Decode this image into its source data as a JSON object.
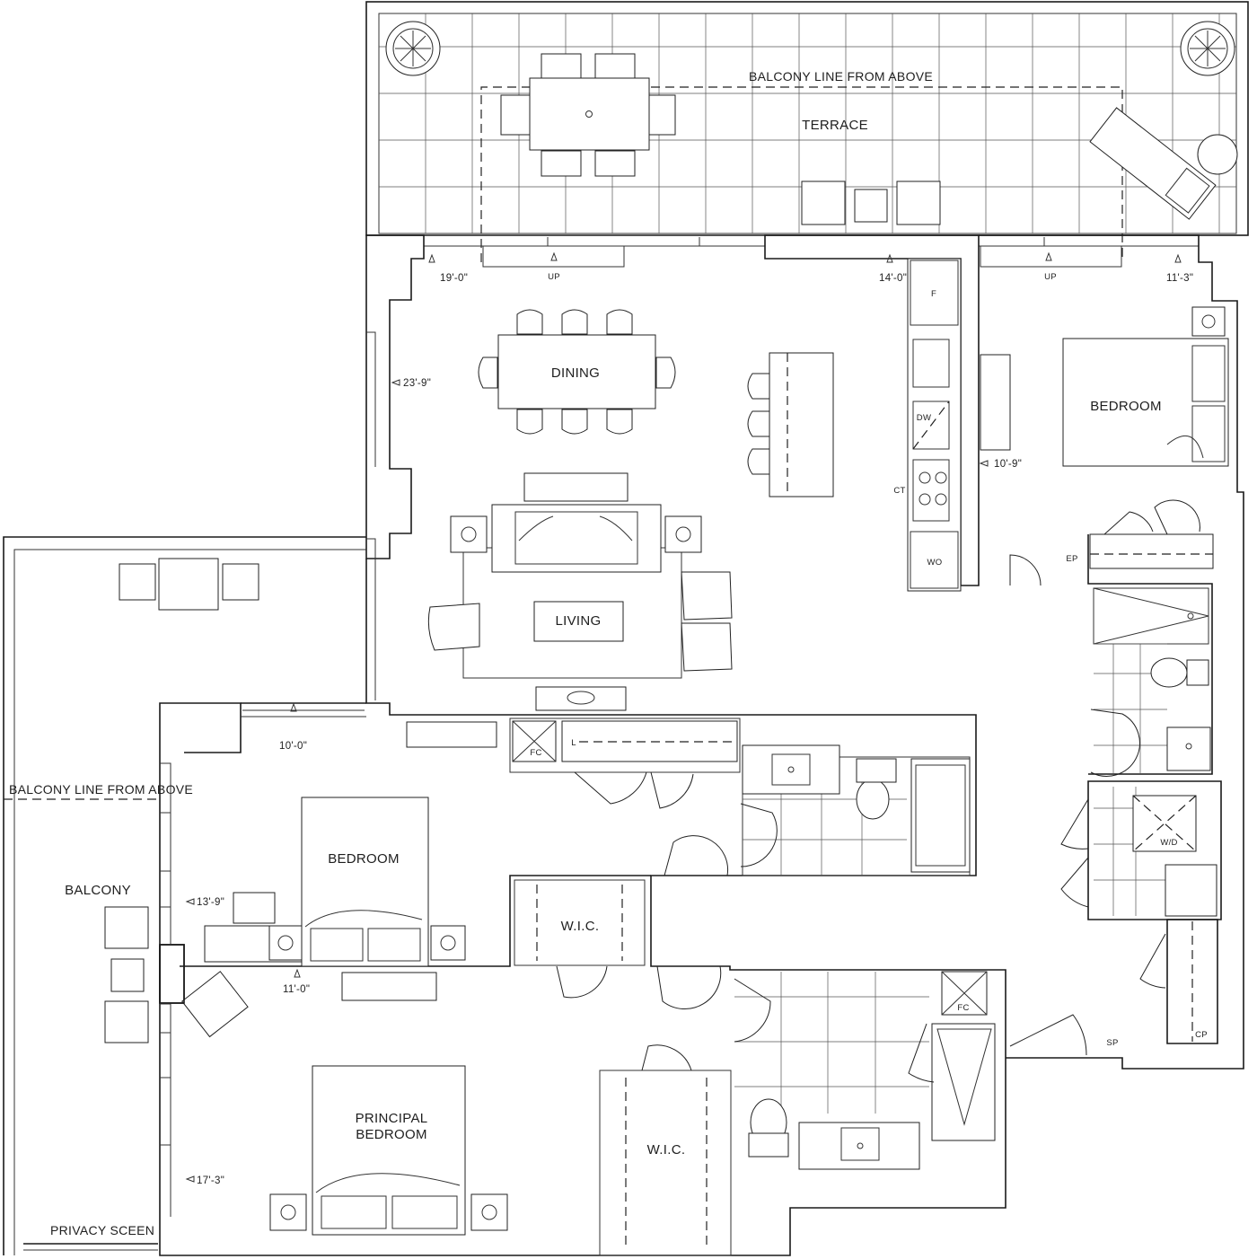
{
  "rooms": {
    "terrace": "TERRACE",
    "dining": "DINING",
    "living": "LIVING",
    "bedroom_east": "BEDROOM",
    "bedroom_west": "BEDROOM",
    "balcony": "BALCONY",
    "wic_1": "W.I.C.",
    "wic_2": "W.I.C.",
    "principal_line1": "PRINCIPAL",
    "principal_line2": "BEDROOM"
  },
  "notes": {
    "balcony_line_top": "BALCONY LINE FROM ABOVE",
    "balcony_line_left": "BALCONY LINE FROM ABOVE",
    "privacy_screen": "PRIVACY SCEEN",
    "up_1": "UP",
    "up_2": "UP"
  },
  "dimensions": {
    "terrace_1": "19'-0\"",
    "terrace_2": "14'-0\"",
    "terrace_3": "11'-3\"",
    "dining_depth": "23'-9\"",
    "bedroom_east": "10'-9\"",
    "bedroom_west_width": "10'-0\"",
    "bedroom_west_depth": "13'-9\"",
    "principal_width": "11'-0\"",
    "principal_depth": "17'-3\""
  },
  "appliances": {
    "fridge": "F",
    "dishwasher": "DW",
    "cooktop": "CT",
    "wall_oven": "WO",
    "electrical_panel": "EP",
    "fan_coil_1": "FC",
    "fan_coil_2": "FC",
    "linen": "L",
    "washer_dryer": "W/D",
    "sprinkler": "SP",
    "coat_closet": "CP"
  }
}
